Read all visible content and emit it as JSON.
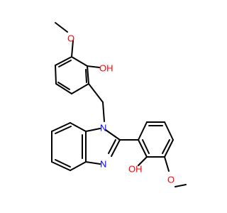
{
  "molecule": {
    "colors": {
      "bond": "#000000",
      "oxygen": "#ff0000",
      "nitrogen": "#0000ff"
    },
    "atom_labels": [
      {
        "id": "o-methoxy-top",
        "text": "O",
        "element": "oxygen"
      },
      {
        "id": "oh-top",
        "text": "OH",
        "element": "oxygen"
      },
      {
        "id": "n-top",
        "text": "N",
        "element": "nitrogen"
      },
      {
        "id": "n-bottom",
        "text": "N",
        "element": "nitrogen"
      },
      {
        "id": "oh-bottom",
        "text": "OH",
        "element": "oxygen"
      },
      {
        "id": "o-methoxy-bottom",
        "text": "O",
        "element": "oxygen"
      }
    ]
  }
}
